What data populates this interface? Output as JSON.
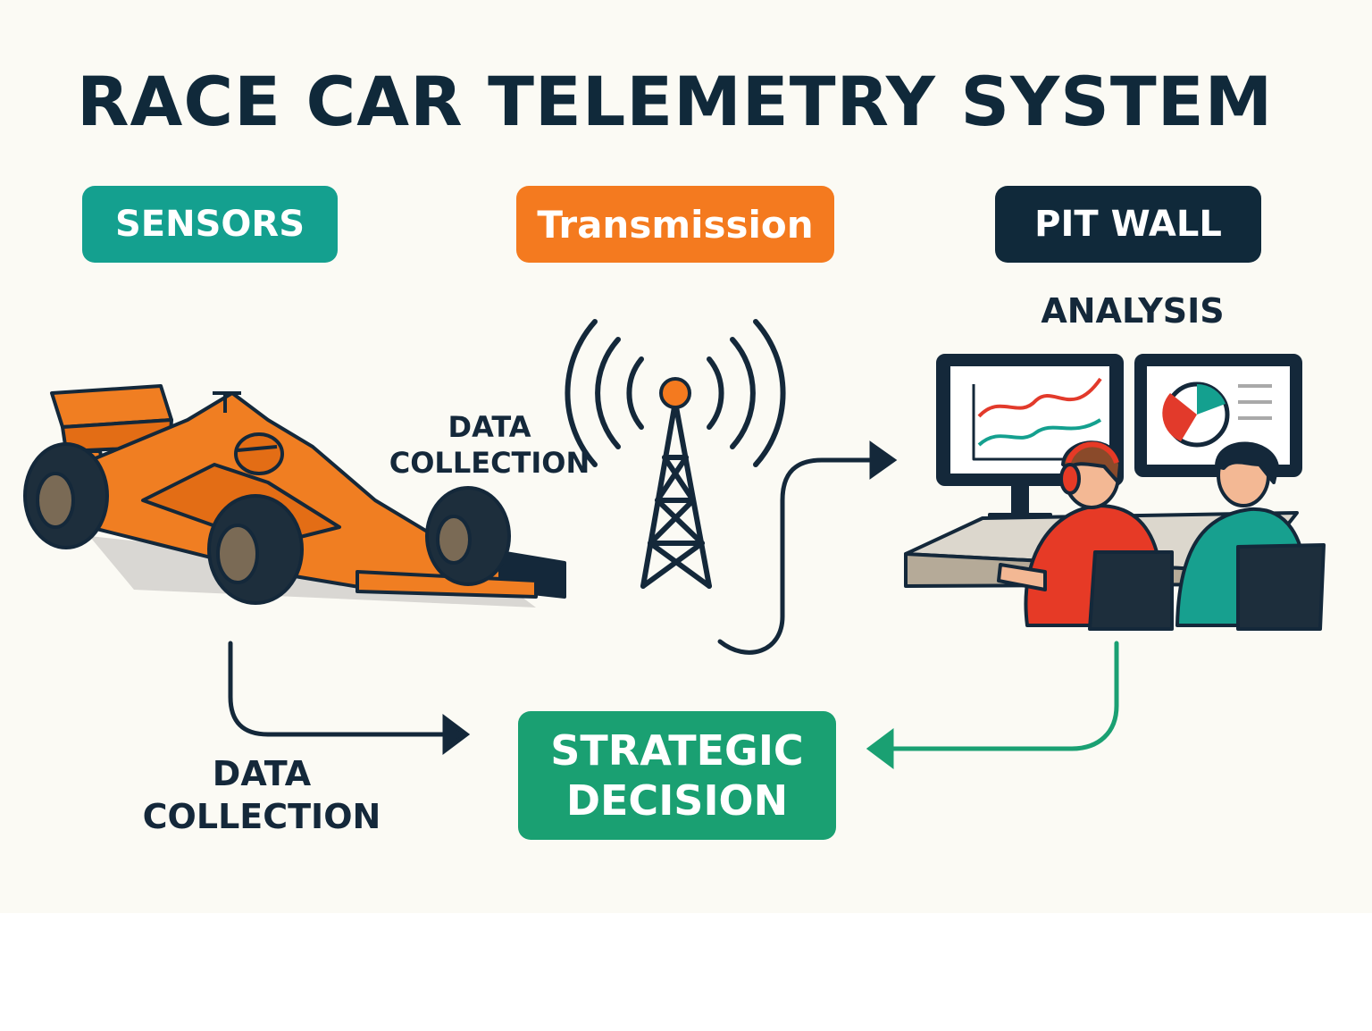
{
  "title": "RACE CAR TELEMETRY SYSTEM",
  "stages": {
    "sensors": "SENSORS",
    "transmission": "Transmission",
    "pit_wall": "PIT WALL"
  },
  "labels": {
    "analysis": "ANALYSIS",
    "data_collection_top_line1": "DATA",
    "data_collection_top_line2": "COLLECTION",
    "data_collection_bottom_line1": "DATA",
    "data_collection_bottom_line2": "COLLECTION",
    "decision_line1": "STRATEGIC",
    "decision_line2": "DECISION"
  },
  "colors": {
    "teal": "#14a08f",
    "orange": "#f47a1f",
    "navy": "#10293a",
    "green": "#1aa072"
  }
}
